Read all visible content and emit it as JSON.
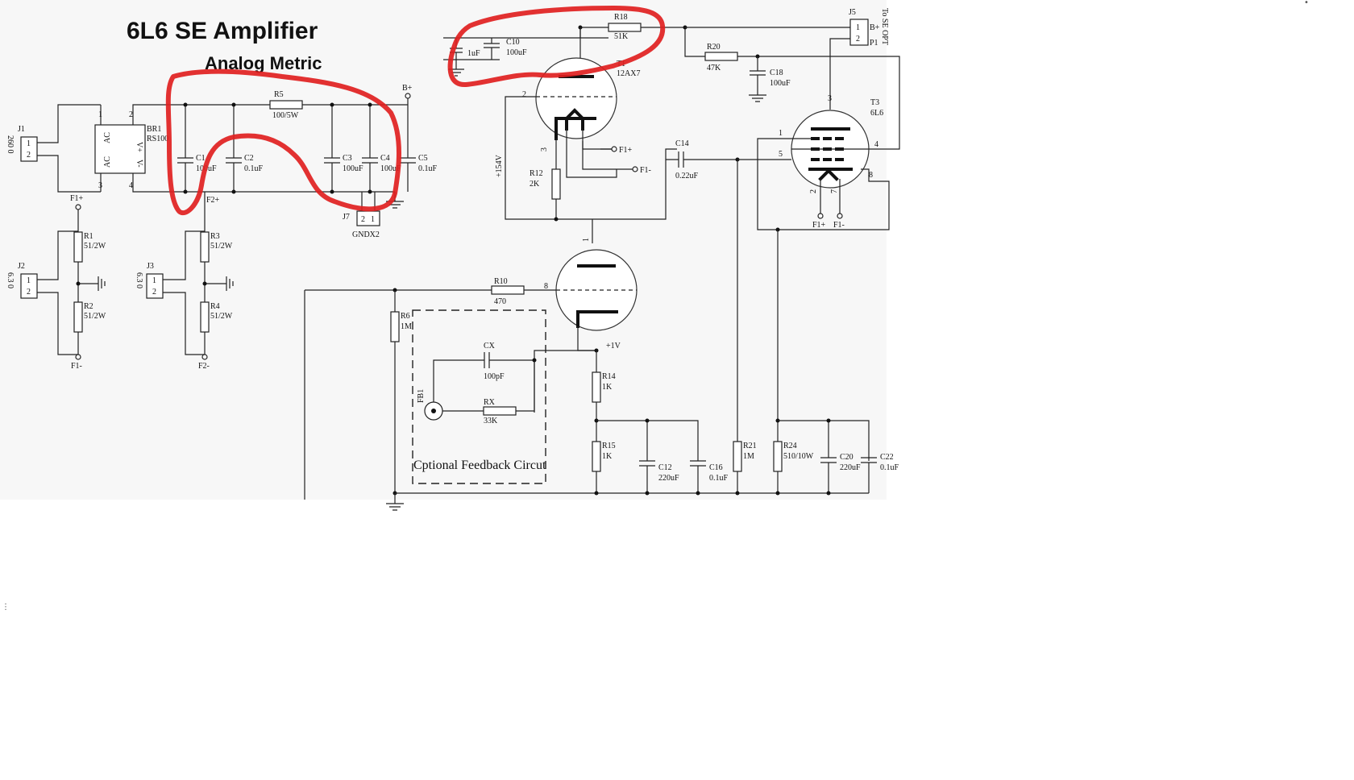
{
  "title": "6L6 SE Amplifier",
  "subtitle": "Analog Metric",
  "note": "Cptional Feedback Circut",
  "colors": {
    "markup": "#e02020",
    "line": "#222222",
    "background": "#f7f7f7"
  },
  "labels": {
    "j1": "J1",
    "j1v": "260 0",
    "j2": "J2",
    "j2v": "6.3 0",
    "j3": "J3",
    "j3v": "6.3 0",
    "pin1": "1",
    "pin2": "2",
    "pin3": "3",
    "pin4": "4",
    "pin5": "5",
    "pin7": "7",
    "pin8": "8",
    "br1": "BR1",
    "br1v": "RS100",
    "ac": "AC",
    "vplus": "V+",
    "vminus": "V-",
    "c1": "C1",
    "c1v": "100uF",
    "c2": "C2",
    "c2v": "0.1uF",
    "c3": "C3",
    "c3v": "100uF",
    "c4": "C4",
    "c4v": "100uF",
    "c5": "C5",
    "c5v": "0.1uF",
    "r5": "R5",
    "r5v": "100/5W",
    "bplus": "B+",
    "j7": "J7",
    "j7v": "GNDX2",
    "f1p": "F1+",
    "f1m": "F1-",
    "f2p": "F2+",
    "f2m": "F2-",
    "r1": "R1",
    "r1v": "51/2W",
    "r2": "R2",
    "r2v": "51/2W",
    "r3": "R3",
    "r3v": "51/2W",
    "r4": "R4",
    "r4v": "51/2W",
    "c9v": "1uF",
    "c10": "C10",
    "c10v": "100uF",
    "r18": "R18",
    "r18v": "51K",
    "t1": "T1",
    "t1v": "12AX7",
    "r20": "R20",
    "r20v": "47K",
    "c18": "C18",
    "c18v": "100uF",
    "j5": "J5",
    "p1": "P1",
    "toopt": "To SE OPT",
    "bplus2": "B+",
    "t3": "T3",
    "t3v": "6L6",
    "v154": "+154V",
    "r12": "R12",
    "r12v": "2K",
    "c14": "C14",
    "c14v": "0.22uF",
    "r10": "R10",
    "r10v": "470",
    "r6": "R6",
    "r6v": "1M",
    "cx": "CX",
    "cxv": "100pF",
    "rx": "RX",
    "rxv": "33K",
    "fb1": "FB1",
    "v1": "+1V",
    "r14": "R14",
    "r14v": "1K",
    "r15": "R15",
    "r15v": "1K",
    "c12": "C12",
    "c12v": "220uF",
    "c16": "C16",
    "c16v": "0.1uF",
    "r21": "R21",
    "r21v": "1M",
    "r24": "R24",
    "r24v": "510/10W",
    "c20": "C20",
    "c20v": "220uF",
    "c22": "C22",
    "c22v": "0.1uF"
  }
}
